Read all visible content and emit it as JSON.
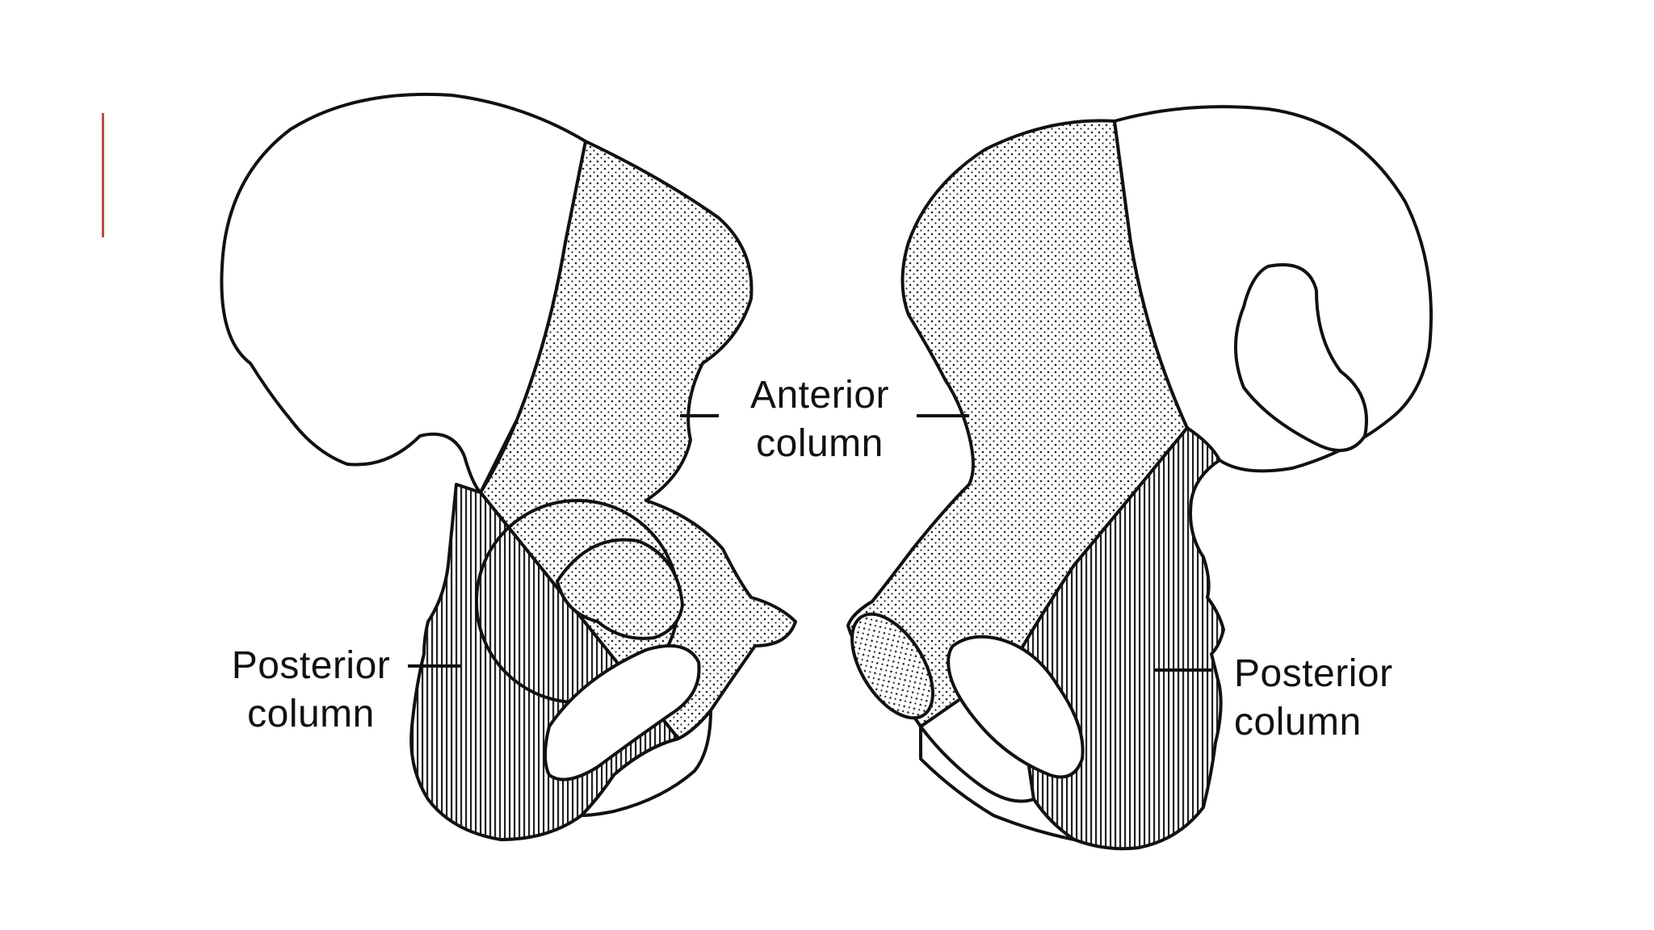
{
  "colors": {
    "accent": "#b5503f",
    "line": "#111111",
    "background": "#ffffff"
  },
  "labels": {
    "anterior": {
      "line1": "Anterior",
      "line2": "column"
    },
    "posterior_left": {
      "line1": "Posterior",
      "line2": "column"
    },
    "posterior_right": {
      "line1": "Posterior",
      "line2": "column"
    }
  }
}
